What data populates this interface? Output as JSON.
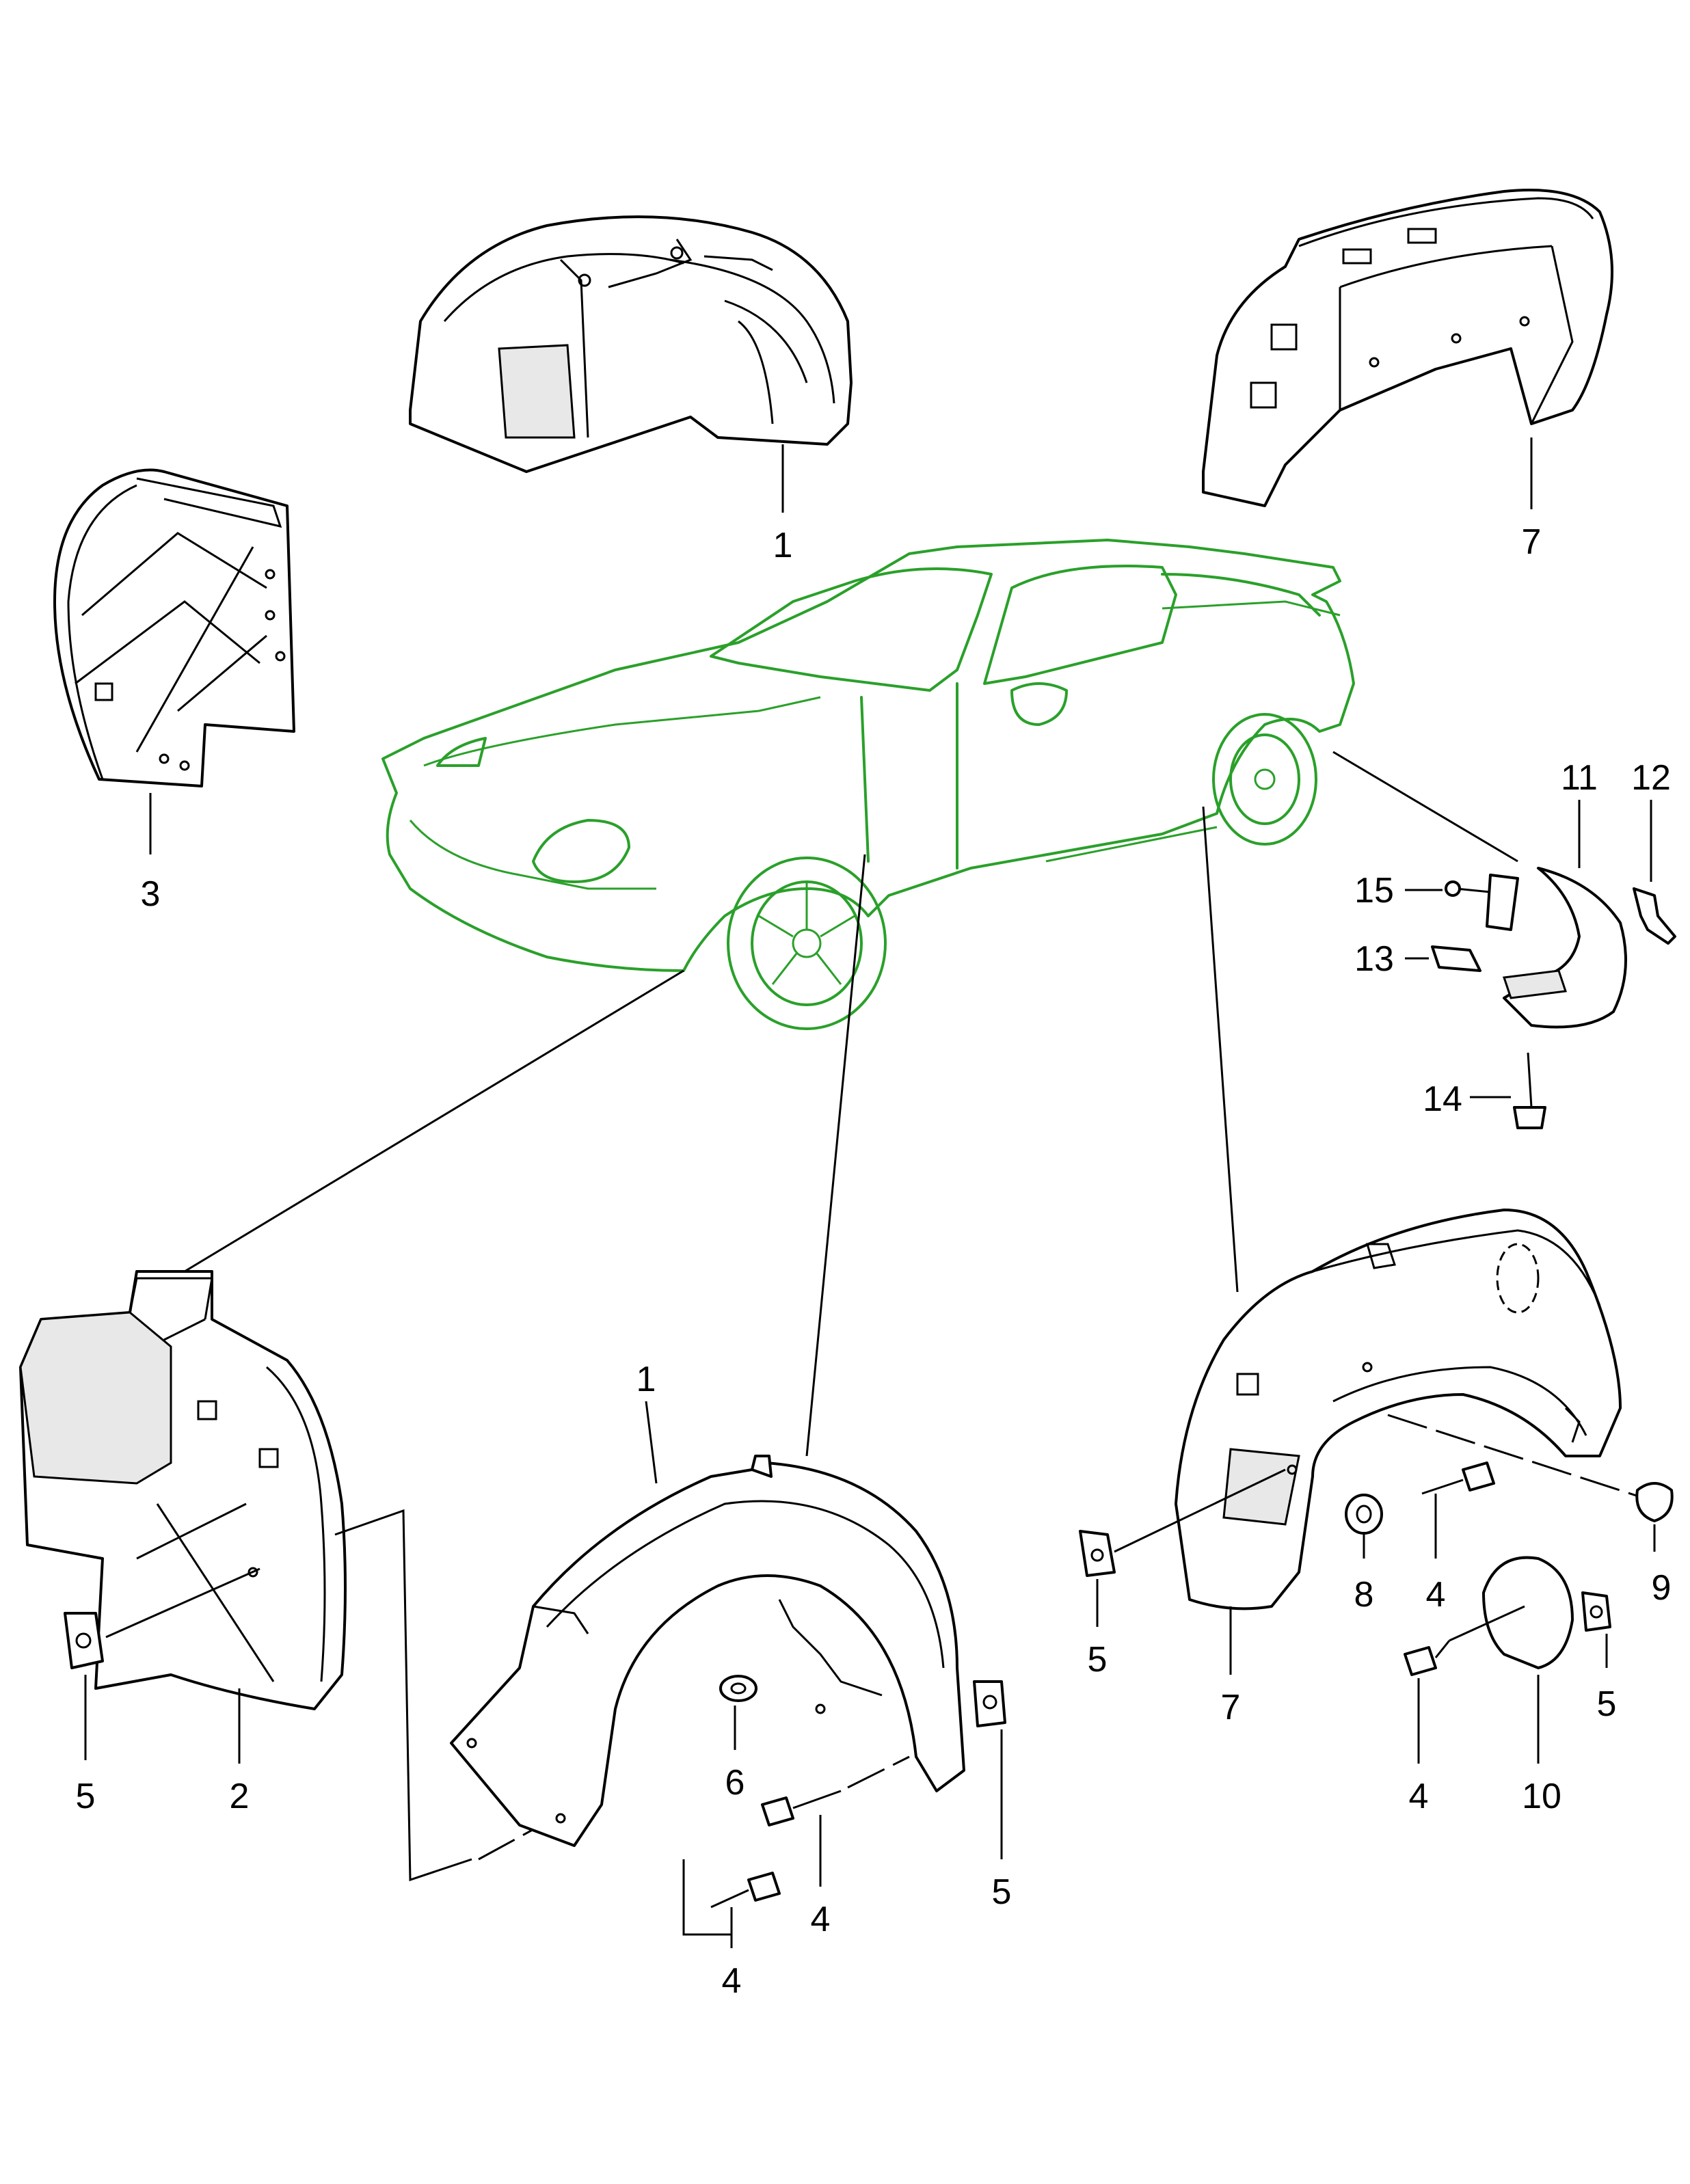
{
  "diagram": {
    "type": "exploded parts diagram",
    "accent_color": "#2aa02a",
    "line_color": "#000000",
    "callouts": {
      "c1_top": "1",
      "c7_top": "7",
      "c3": "3",
      "c11": "11",
      "c12": "12",
      "c15": "15",
      "c13": "13",
      "c14": "14",
      "c1_bottom": "1",
      "c5_left": "5",
      "c2": "2",
      "c6": "6",
      "c4_mid": "4",
      "c4_low": "4",
      "c5_mid": "5",
      "c5_right": "5",
      "c7_bottom": "7",
      "c8": "8",
      "c4_right_top": "4",
      "c9": "9",
      "c5_far_right": "5",
      "c4_right_bottom": "4",
      "c10": "10"
    }
  }
}
